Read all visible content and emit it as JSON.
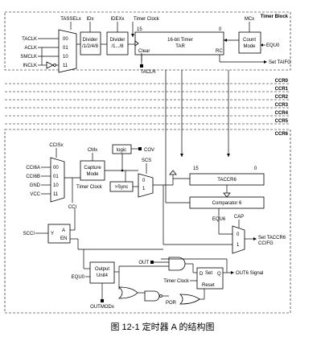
{
  "figure": {
    "caption": "图 12-1  定时器 A 的结构图"
  },
  "timer_block": {
    "title": "Timer Block",
    "tassel": "TASSELx",
    "id": "IDx",
    "idex": "IDEXx",
    "timer_clock": "Timer Clock",
    "mc": "MCx",
    "clk_inputs": [
      "TACLK",
      "ACLK",
      "SMCLK",
      "INCLK"
    ],
    "mux_codes": [
      "00",
      "01",
      "10",
      "11"
    ],
    "divider1": [
      "Divider",
      "/1/2/4/8"
    ],
    "divider2": [
      "Divider",
      "/1.../8"
    ],
    "clear": "Clear",
    "tar": [
      "16-bit Timer",
      "TAR"
    ],
    "rc": "RC",
    "bit15": "15",
    "bit0": "0",
    "count_mode": [
      "Count",
      "Mode"
    ],
    "equ0": "EQU0",
    "taclr": "TACLR",
    "set_taifg": "Set TAIFG"
  },
  "ccr_labels": [
    "CCR0",
    "CCR1",
    "CCR2",
    "CCR3",
    "CCR4",
    "CCR5",
    "CCR6"
  ],
  "ccr6": {
    "ccis": "CCISx",
    "cm": "CMx",
    "logic": "logic",
    "cov": "COV",
    "scs": "SCS",
    "inputs": [
      "CCI6A",
      "CCI6B",
      "GND",
      "VCC"
    ],
    "mux_codes": [
      "00",
      "01",
      "10",
      "11"
    ],
    "cci": "CCI",
    "capture_mode": [
      "Capture",
      "Mode"
    ],
    "timer_clock": "Timer Clock",
    "sync": ">Sync",
    "sync_codes": [
      "0",
      "1"
    ],
    "bit15": "15",
    "bit0": "0",
    "taccr": "TACCR6",
    "comparator": "Comparator 6",
    "equ6": "EQU6",
    "cap": "CAP",
    "cap_codes": [
      "0",
      "1"
    ],
    "set_taccr": [
      "Set TACCR6",
      "CCIFG"
    ],
    "scci": "SCCI",
    "latch": [
      "Y",
      "A",
      "EN"
    ],
    "output_unit": [
      "Output",
      "Unit4"
    ],
    "equ0": "EQU0",
    "out": "OUT",
    "outmod": "OUTMODx",
    "timer_clock2": "Timer Clock",
    "flipflop": [
      "D",
      "Set",
      "Q",
      "Reset"
    ],
    "out6": "OUT6 Signal",
    "por": "POR"
  }
}
